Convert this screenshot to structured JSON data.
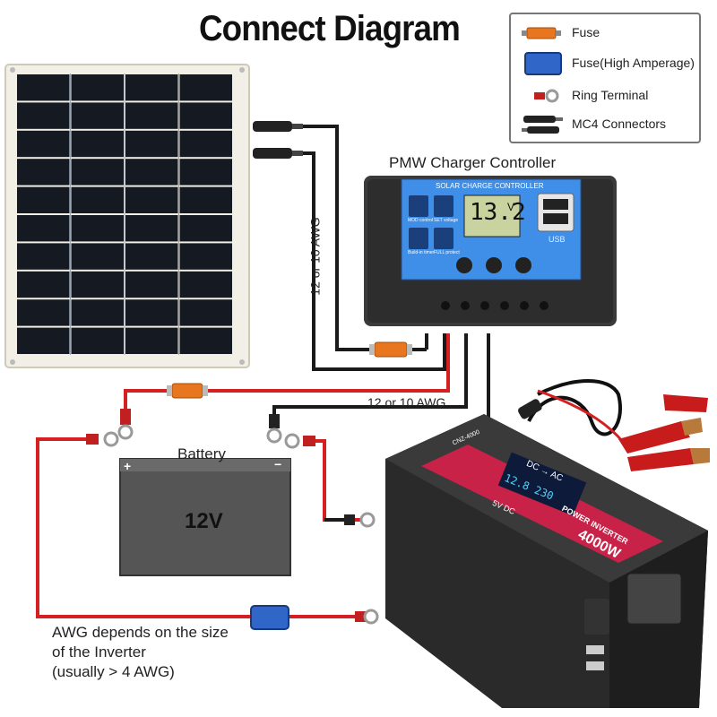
{
  "title": "Connect Diagram",
  "legend": {
    "items": [
      {
        "label": "Fuse",
        "icon": "orange-fuse-icon"
      },
      {
        "label": "Fuse(High Amperage)",
        "icon": "blue-fuse-icon"
      },
      {
        "label": "Ring Terminal",
        "icon": "ring-terminal-icon"
      },
      {
        "label": "MC4 Connectors",
        "icon": "mc4-connector-icon"
      }
    ]
  },
  "controller": {
    "heading": "PMW Charger Controller",
    "panel_title": "SOLAR CHARGE CONTROLLER",
    "lcd_value": "13.2",
    "lcd_unit": "V",
    "usb_label": "USB",
    "icon_labels": [
      "MOD control",
      "SET voltage",
      "Build-in timer",
      "FULL protect"
    ]
  },
  "wires": {
    "panel_awg": "12 or 10 AWG",
    "controller_awg": "12 or 10 AWG",
    "inverter_note": [
      "AWG depends on the size",
      "of the Inverter",
      "(usually  > 4 AWG)"
    ]
  },
  "battery": {
    "label": "Battery",
    "voltage": "12V",
    "pos": "+",
    "neg": "−"
  },
  "inverter": {
    "brand": "POWER INVERTER",
    "power": "4000W",
    "dc_ac": "DC → AC",
    "lcd": "12.8 230",
    "usb": "5V DC",
    "model": "CNZ-4000"
  },
  "colors": {
    "red_wire": "#d42020",
    "black_wire": "#1a1a1a",
    "fuse_orange": "#e8761e",
    "fuse_blue": "#2f66c8",
    "controller_blue": "#3f8ee8",
    "battery_gray": "#555555",
    "inverter_red": "#d8204a"
  }
}
